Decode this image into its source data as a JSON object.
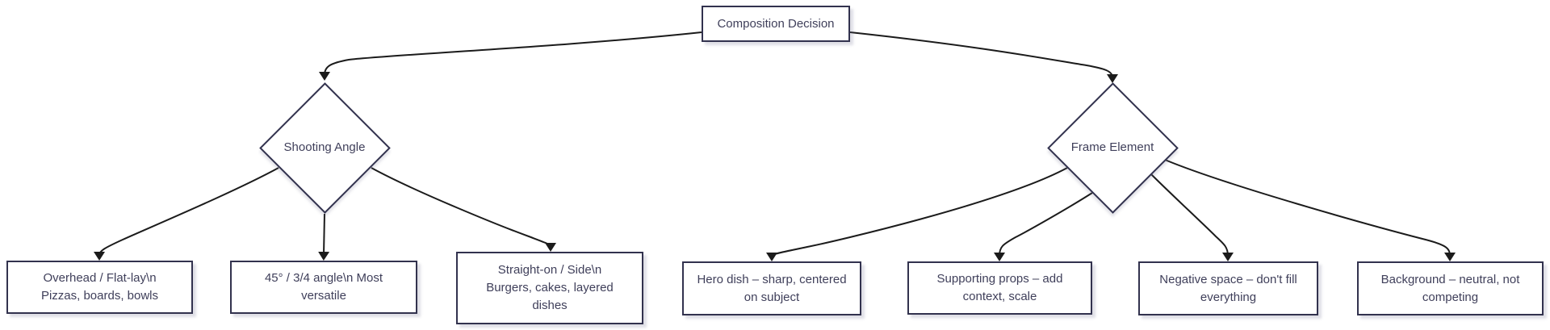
{
  "diagram": {
    "root": {
      "id": "composition-decision",
      "shape": "rectangle",
      "label": "Composition Decision"
    },
    "decisions": [
      {
        "id": "shooting-angle",
        "shape": "diamond",
        "label": "Shooting Angle"
      },
      {
        "id": "frame-element",
        "shape": "diamond",
        "label": "Frame Element"
      }
    ],
    "leaves": [
      {
        "id": "overhead-flat-lay",
        "shape": "rectangle",
        "label": "Overhead / Flat-lay\\n Pizzas, boards, bowls"
      },
      {
        "id": "45-angle",
        "shape": "rectangle",
        "label": "45° / 3/4 angle\\n Most versatile"
      },
      {
        "id": "straight-on-side",
        "shape": "rectangle",
        "label": "Straight-on / Side\\n Burgers, cakes, layered dishes"
      },
      {
        "id": "hero-dish",
        "shape": "rectangle",
        "label": "Hero dish – sharp, centered on subject"
      },
      {
        "id": "supporting-props",
        "shape": "rectangle",
        "label": "Supporting props – add context, scale"
      },
      {
        "id": "negative-space",
        "shape": "rectangle",
        "label": "Negative space – don't fill everything"
      },
      {
        "id": "background",
        "shape": "rectangle",
        "label": "Background – neutral, not competing"
      }
    ],
    "edges": [
      {
        "from": "composition-decision",
        "to": "shooting-angle"
      },
      {
        "from": "composition-decision",
        "to": "frame-element"
      },
      {
        "from": "shooting-angle",
        "to": "overhead-flat-lay"
      },
      {
        "from": "shooting-angle",
        "to": "45-angle"
      },
      {
        "from": "shooting-angle",
        "to": "straight-on-side"
      },
      {
        "from": "frame-element",
        "to": "hero-dish"
      },
      {
        "from": "frame-element",
        "to": "supporting-props"
      },
      {
        "from": "frame-element",
        "to": "negative-space"
      },
      {
        "from": "frame-element",
        "to": "background"
      }
    ],
    "colors": {
      "background": "#ffffff",
      "node_fill": "#ffffff",
      "node_border": "#32324e",
      "label_text": "#3f3f5a",
      "edge_line": "#1b1b1b"
    }
  }
}
